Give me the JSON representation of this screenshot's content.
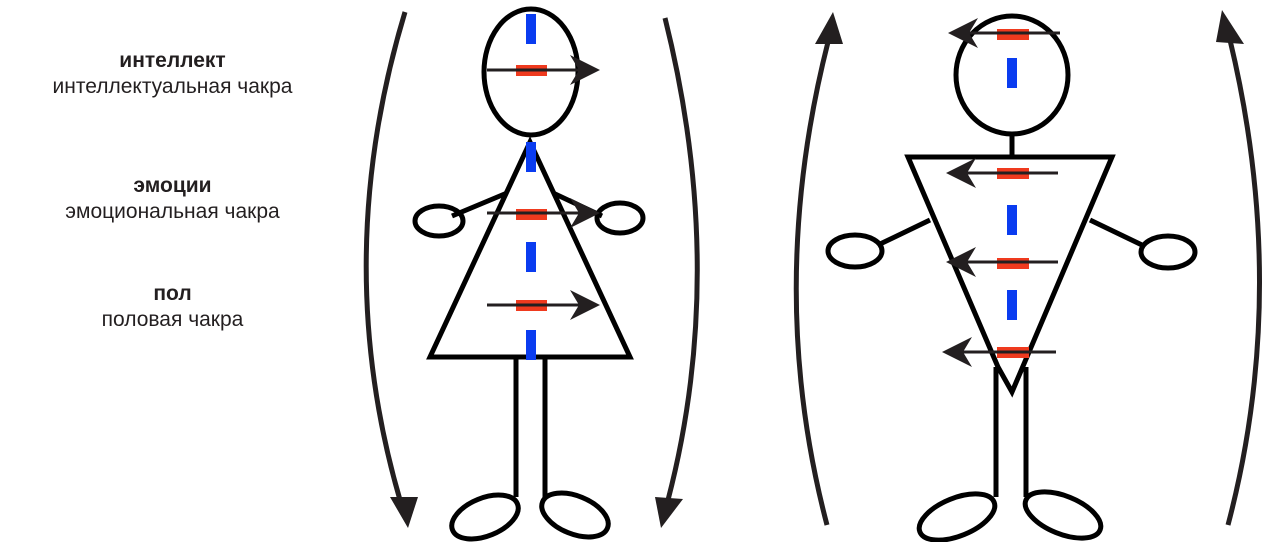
{
  "labels": [
    {
      "title": "интеллект",
      "subtitle": "интеллектуальная чакра"
    },
    {
      "title": "эмоции",
      "subtitle": "эмоциональная чакра"
    },
    {
      "title": "пол",
      "subtitle": "половая чакра"
    }
  ],
  "figures": [
    {
      "name": "female",
      "chakra_arrow_direction": "right",
      "energy_flow": "down"
    },
    {
      "name": "male",
      "chakra_arrow_direction": "left",
      "energy_flow": "up"
    }
  ],
  "colors": {
    "outline": "#000000",
    "arrow": "#231f20",
    "meridian": "#0a3cf0",
    "chakra": "#ef3a1e"
  }
}
